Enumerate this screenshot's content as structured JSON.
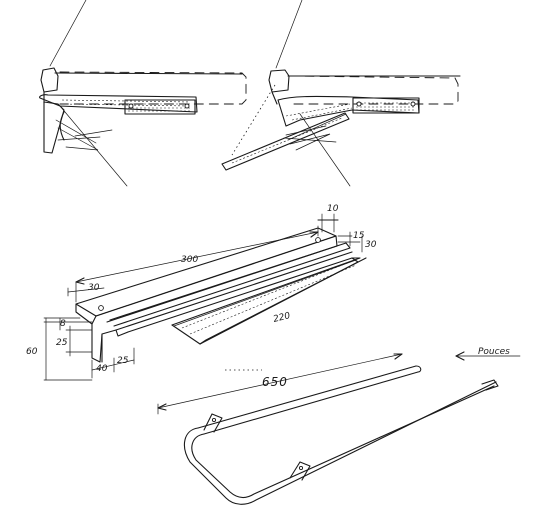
{
  "dimensions": {
    "bracket_length": "300",
    "slot_length": "220",
    "lip_width": "10",
    "lip_offset": "15",
    "end_offset": "30",
    "top_width": "30",
    "hole_height": "8",
    "slot_depth": "25",
    "total_height": "60",
    "bottom_width": "40",
    "slot_offset": "25"
  },
  "frame": {
    "length": "650",
    "label": "Pouces"
  }
}
